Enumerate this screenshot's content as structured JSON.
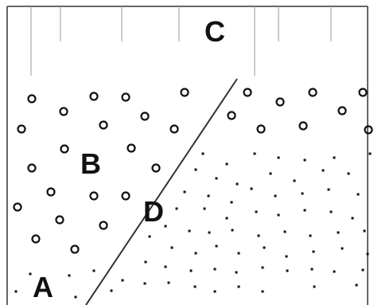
{
  "labels": {
    "a": "A",
    "b": "B",
    "c": "C",
    "d": "D"
  },
  "colors": {
    "ink": "#111111",
    "frame": "#333333",
    "grid": "#9a9a9a",
    "background": "#ffffff"
  }
}
